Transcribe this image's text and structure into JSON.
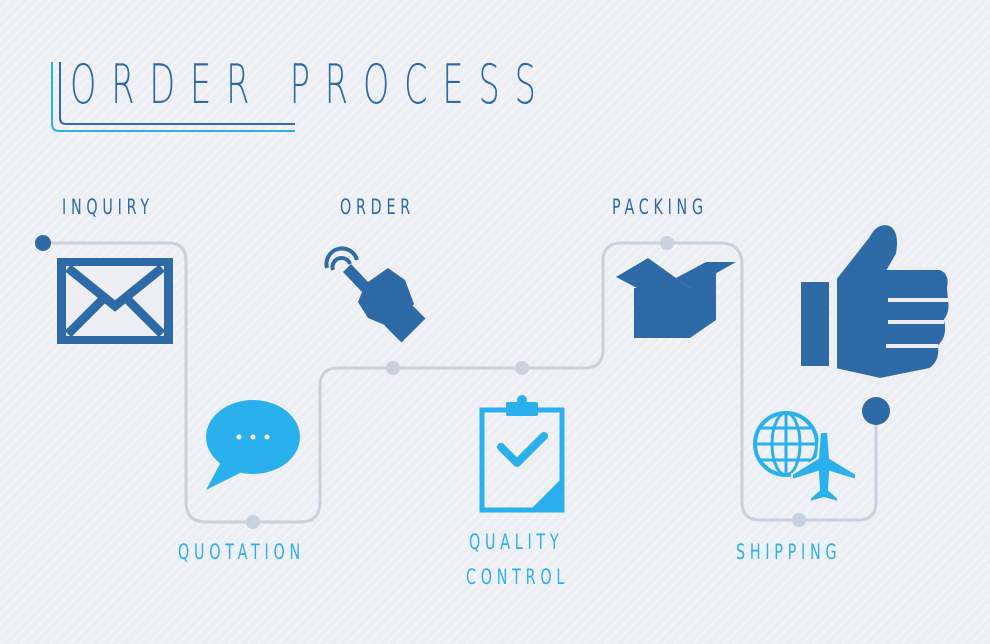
{
  "title": "ORDER PROCESS",
  "steps": {
    "inquiry": "INQUIRY",
    "quotation": "QUOTATION",
    "order": "ORDER",
    "quality_line1": "QUALITY",
    "quality_line2": "CONTROL",
    "packing": "PACKING",
    "shipping": "SHIPPING"
  },
  "colors": {
    "dark_blue": "#2d6aa6",
    "light_blue": "#2bb0ee",
    "path": "#c9d2de",
    "background": "#eeeff4"
  }
}
